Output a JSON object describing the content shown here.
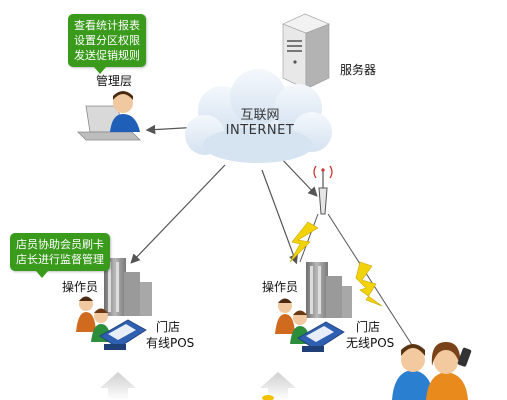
{
  "management": {
    "bubble_lines": [
      "查看统计报表",
      "设置分区权限",
      "发送促销规则"
    ],
    "label": "管理层"
  },
  "server": {
    "label": "服务器"
  },
  "cloud": {
    "line1": "互联网",
    "line2": "INTERNET"
  },
  "store_left": {
    "bubble_lines": [
      "店员协助会员刷卡",
      "店长进行监督管理"
    ],
    "operator_label": "操作员",
    "store_label": "门店",
    "pos_label": "有线POS"
  },
  "store_right": {
    "operator_label": "操作员",
    "store_label": "门店",
    "pos_label": "无线POS"
  },
  "colors": {
    "bubble": "#3a9a1c",
    "cloud": "#e4eef8",
    "arrow": "#555555",
    "lightning": "#f2d20a",
    "pos_device": "#2f5fb0",
    "building": "#8c8c8c"
  }
}
